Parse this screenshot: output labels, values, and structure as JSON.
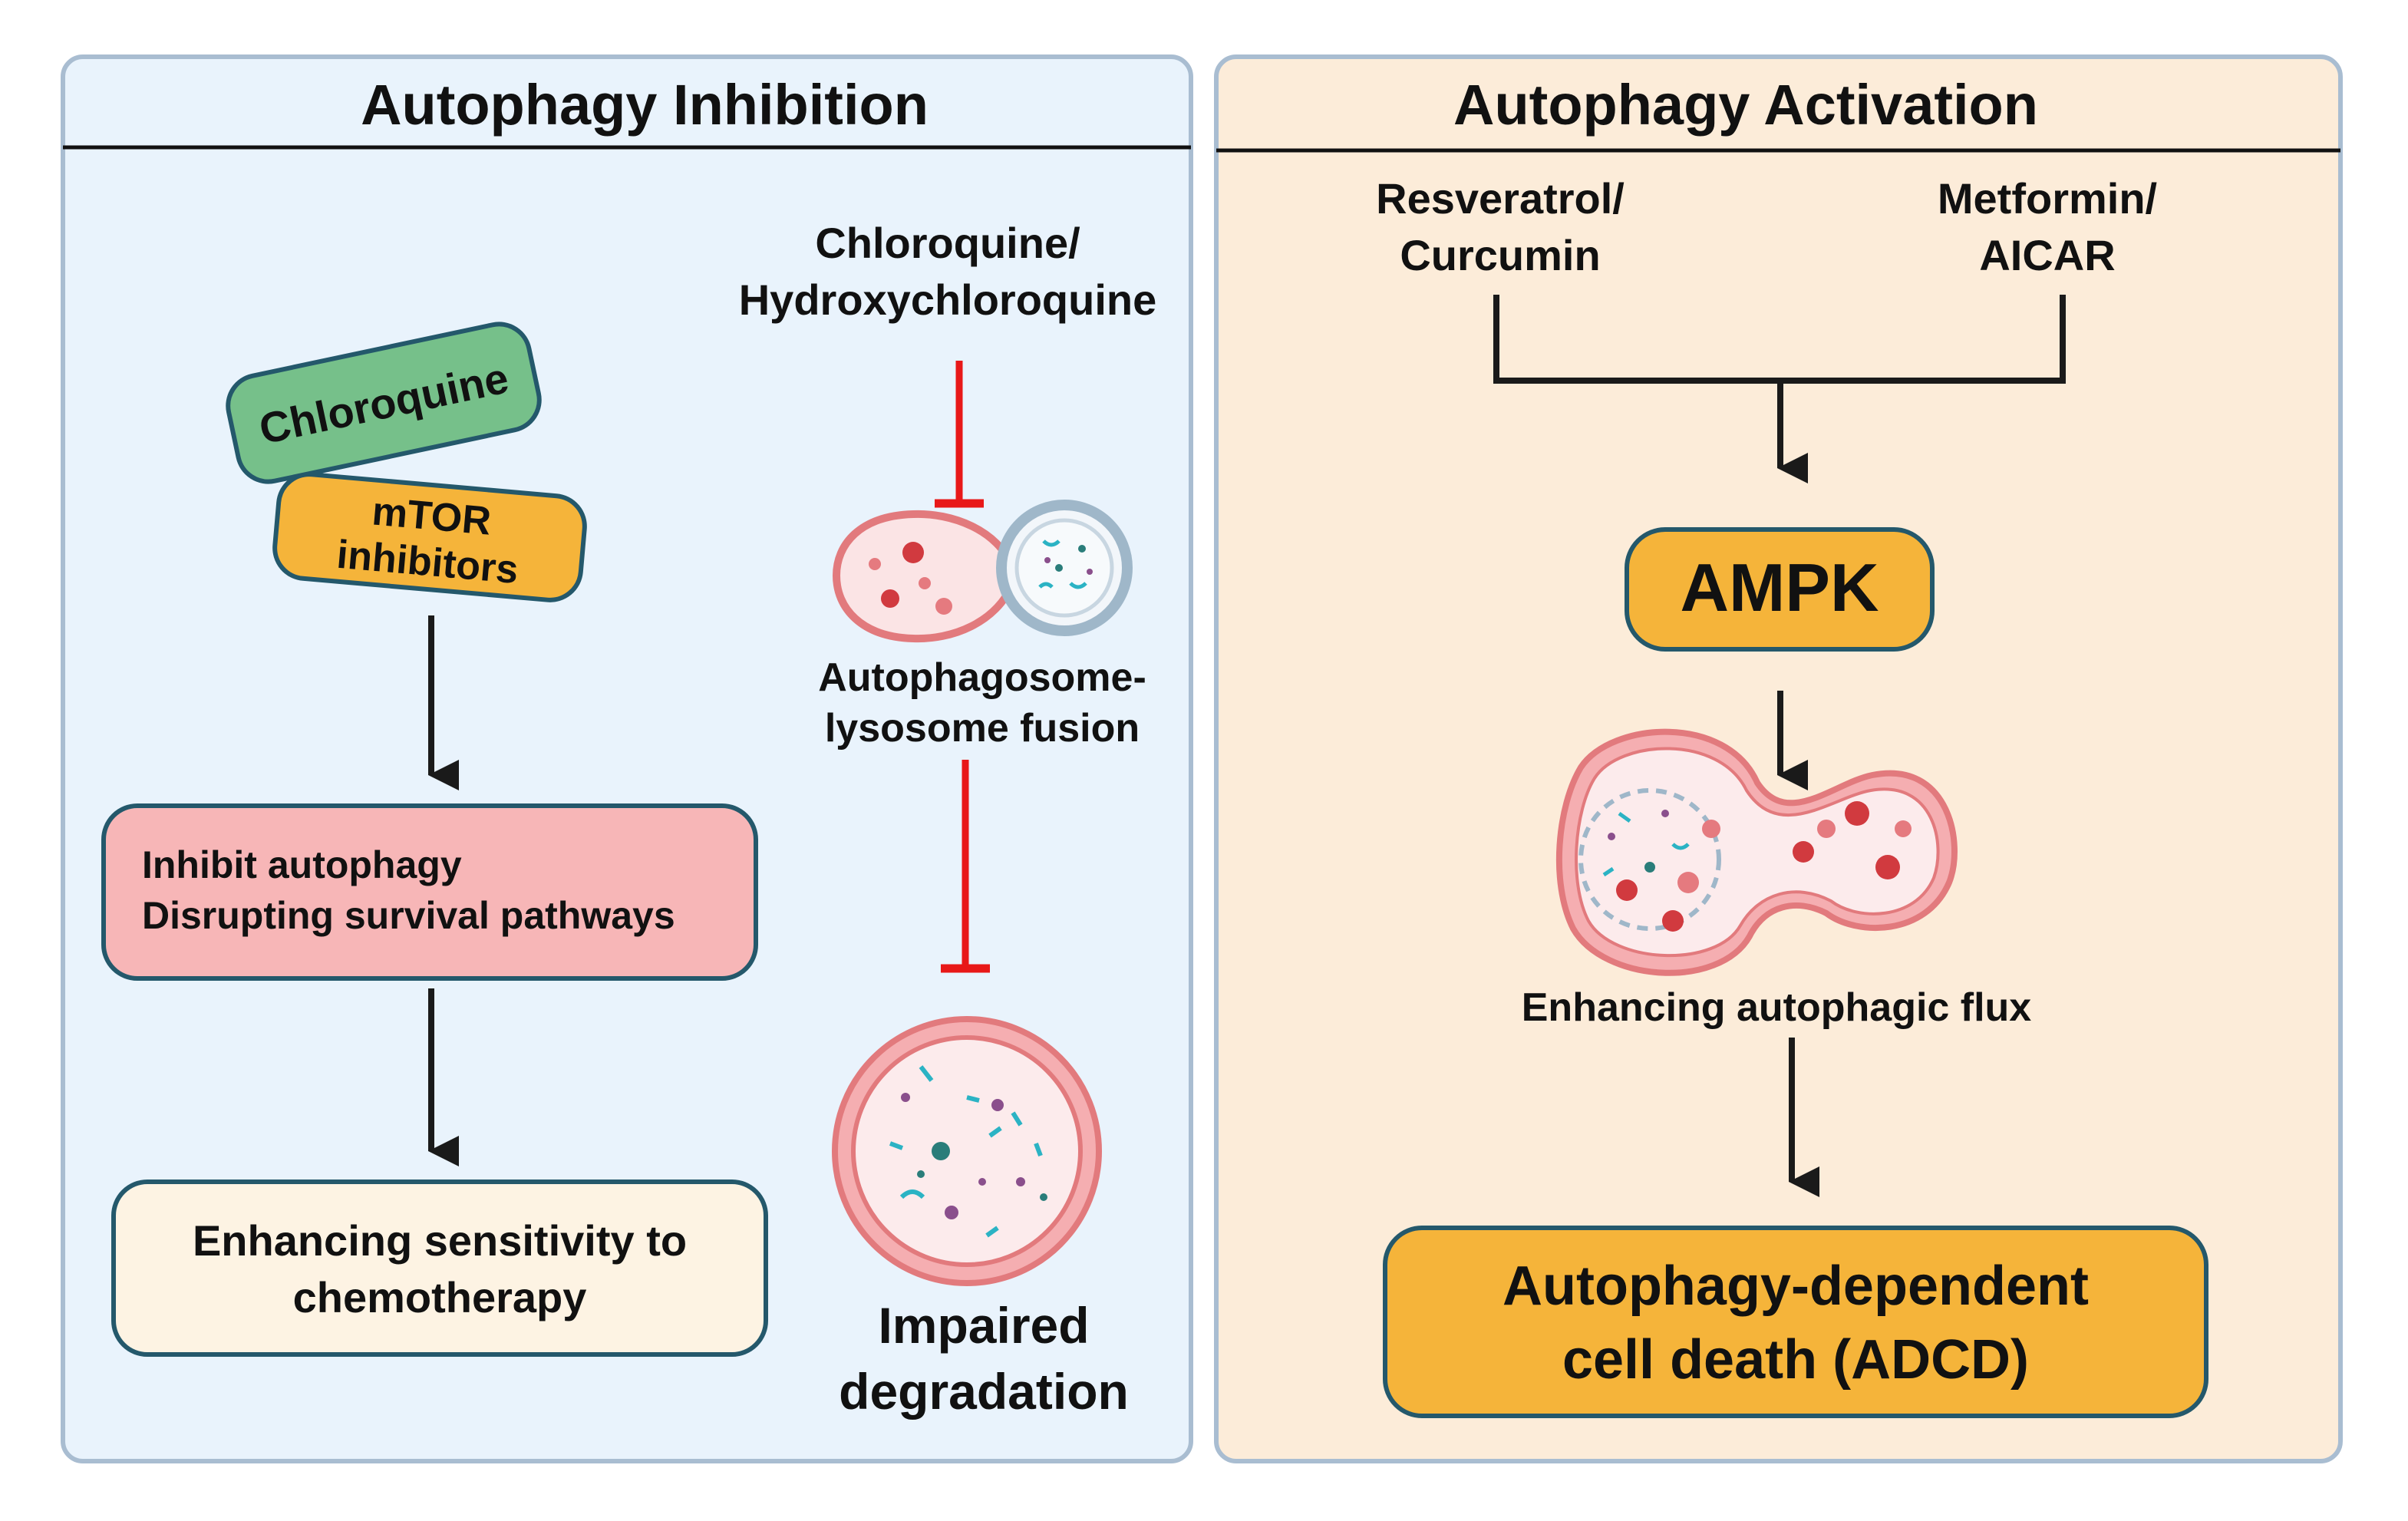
{
  "colors": {
    "left_panel_bg": "#e9f3fc",
    "right_panel_bg": "#fcecd9",
    "panel_border": "#a9bdd1",
    "green_pill": "#76c08a",
    "orange_pill": "#f5b43a",
    "pink_box": "#f7b6b7",
    "cream_box": "#fdf3e3",
    "teal_border": "#24586b",
    "inhibit_red": "#e81818",
    "arrow": "#1a1a1a",
    "vesicle_outer": "#e27a7d",
    "lysosome_ring": "#9fb7c9"
  },
  "left_panel": {
    "title": "Autophagy Inhibition",
    "pill_top": "Chloroquine",
    "pill_bottom_line1": "mTOR",
    "pill_bottom_line2": "inhibitors",
    "box1_line1": "Inhibit autophagy",
    "box1_line2": "Disrupting survival pathways",
    "box2_line1": "Enhancing sensitivity to",
    "box2_line2": "chemotherapy",
    "drug_line1": "Chloroquine/",
    "drug_line2": "Hydroxychloroquine",
    "fusion_line1": "Autophagosome-",
    "fusion_line2": "lysosome fusion",
    "impaired_line1": "Impaired",
    "impaired_line2": "degradation"
  },
  "right_panel": {
    "title": "Autophagy Activation",
    "drug_a_line1": "Resveratrol/",
    "drug_a_line2": "Curcumin",
    "drug_b_line1": "Metformin/",
    "drug_b_line2": "AICAR",
    "ampk": "AMPK",
    "flux_label": "Enhancing autophagic flux",
    "adcd_line1": "Autophagy-dependent",
    "adcd_line2": "cell death (ADCD)"
  },
  "icons": {
    "fusion_vesicle": "autophagosome-lysosome-fusion-icon",
    "lysosome": "impaired-lysosome-icon",
    "flux_vesicle": "autophagic-flux-vesicle-icon"
  }
}
